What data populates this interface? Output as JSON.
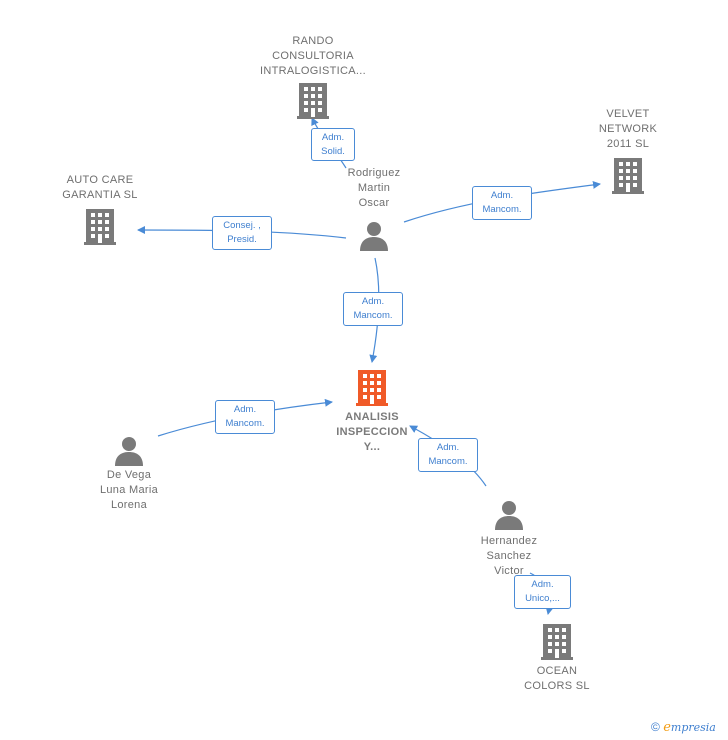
{
  "nodes": {
    "rando": "RANDO\nCONSULTORIA\nINTRALOGISTICA...",
    "velvet": "VELVET\nNETWORK\n2011 SL",
    "autocare": "AUTO CARE\nGARANTIA  SL",
    "rodriguez": "Rodriguez\nMartin\nOscar",
    "analisis": "ANALISIS\nINSPECCION\nY...",
    "devega": "De Vega\nLuna Maria\nLorena",
    "hernandez": "Hernandez\nSanchez\nVictor",
    "ocean": "OCEAN\nCOLORS  SL"
  },
  "roles": {
    "rando": "Adm.\nSolid.",
    "velvet": "Adm.\nMancom.",
    "autocare": "Consej. ,\nPresid.",
    "analisis_rodriguez": "Adm.\nMancom.",
    "analisis_devega": "Adm.\nMancom.",
    "analisis_hernandez": "Adm.\nMancom.",
    "ocean": "Adm.\nUnico,..."
  },
  "footer": {
    "copyright": "©",
    "brand": "mpresia",
    "brand_initial": "e"
  },
  "colors": {
    "edge": "#4a8bd6",
    "company": "#7a7a7a",
    "focus_company": "#f05a28",
    "person": "#7a7a7a"
  }
}
